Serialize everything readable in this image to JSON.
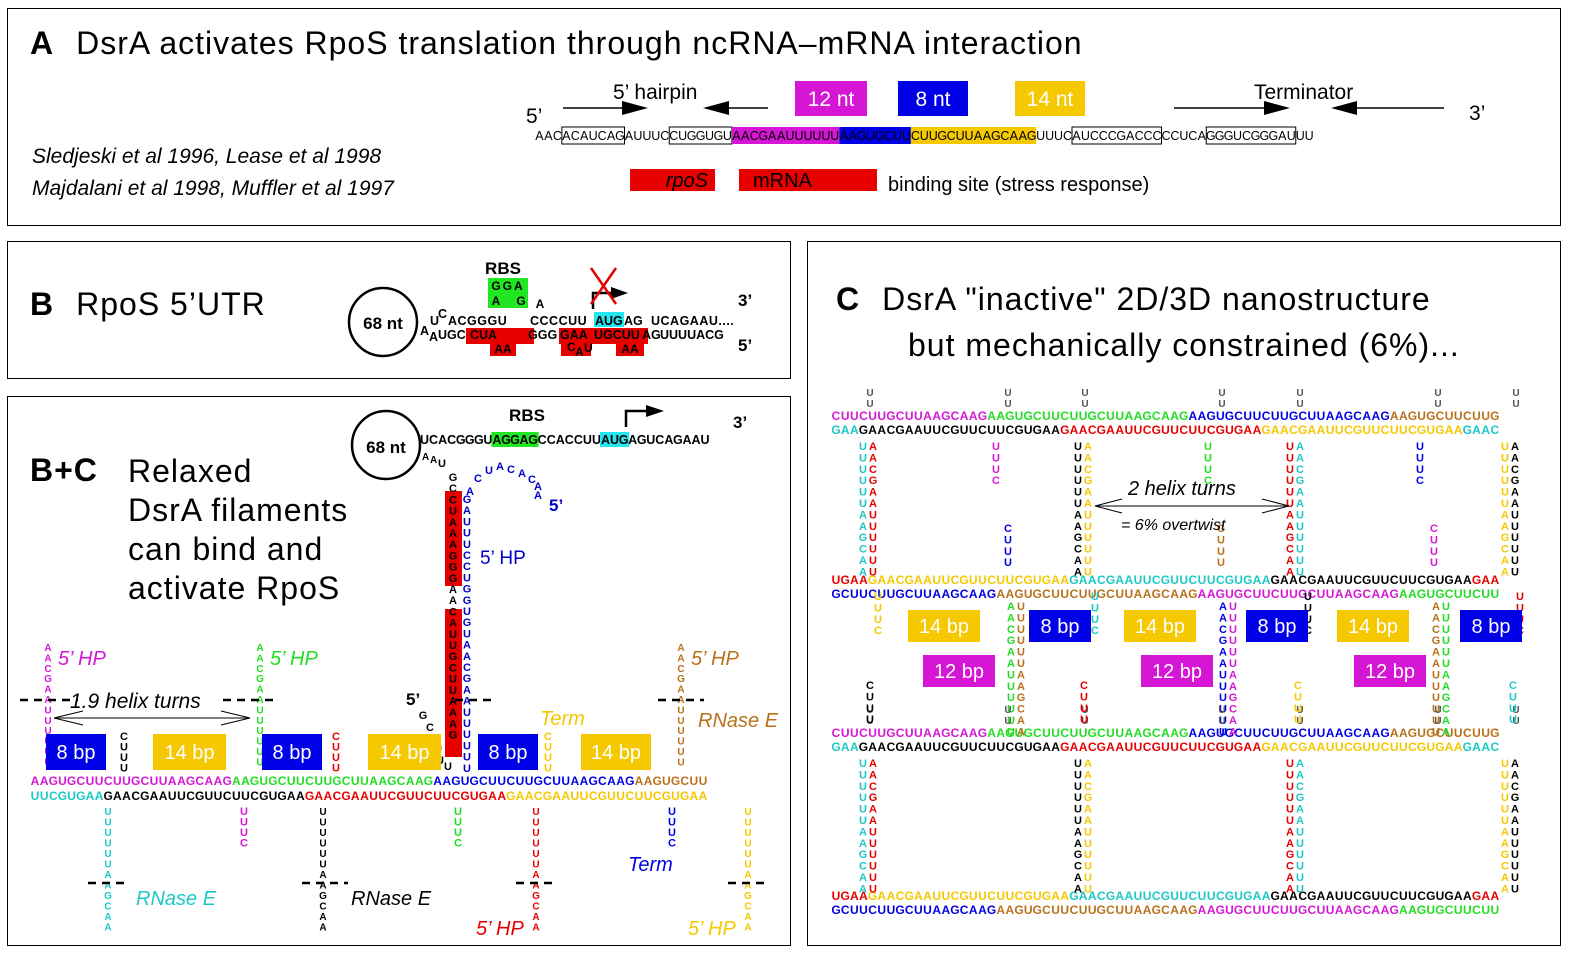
{
  "colors": {
    "magenta": "#d516d5",
    "blue": "#0000e6",
    "gold": "#f5c800",
    "green": "#22dd22",
    "red": "#e60000",
    "cyan": "#1cc8c8",
    "brown": "#b8711a",
    "black": "#000000",
    "rbs_green": "#22e622",
    "aug_cyan": "#22e6f0",
    "darkblue": "#0000c8"
  },
  "panelA": {
    "letter": "A",
    "title": "DsrA  activates  RpoS  translation  through  ncRNA–mRNA  interaction",
    "citations": [
      "Sledjeski et al 1996,  Lease et al 1998",
      "Majdalani et al 1998,  Muffler et al 1997"
    ],
    "five_prime": "5’",
    "three_prime": "3’",
    "hairpin_label": "5’ hairpin",
    "terminator_label": "Terminator",
    "boxes": [
      {
        "label": "12 nt",
        "color": "magenta"
      },
      {
        "label": "8 nt",
        "color": "blue"
      },
      {
        "label": "14 nt",
        "color": "gold"
      }
    ],
    "sequence": [
      {
        "t": "AAC",
        "style": "plain"
      },
      {
        "t": "ACAUCAG",
        "style": "box"
      },
      {
        "t": "AUUUC",
        "style": "plain"
      },
      {
        "t": "CUGGUGU",
        "style": "box"
      },
      {
        "t": "AACGAAUUUUUU",
        "style": "magenta"
      },
      {
        "t": "AAGUGCUU",
        "style": "blue"
      },
      {
        "t": "CUUGCUUAAGCAAG",
        "style": "gold"
      },
      {
        "t": "UUUC",
        "style": "plain"
      },
      {
        "t": "AUCCCGACCC",
        "style": "box"
      },
      {
        "t": "CCUCA",
        "style": "plain"
      },
      {
        "t": "GGGUCGGGAU",
        "style": "box"
      },
      {
        "t": "UU",
        "style": "plain"
      }
    ],
    "legend": {
      "rpos": "rpoS",
      "mrna": "mRNA",
      "text": "binding  site  (stress  response)"
    }
  },
  "panelB": {
    "letter": "B",
    "title": "RpoS  5’UTR",
    "loop_label": "68 nt",
    "rbs_label": "RBS",
    "rbs_top": "GGA",
    "rbs_bottom_left": "A",
    "rbs_bottom_right": "G",
    "bulge_a": "A",
    "top_strand": [
      "U",
      "C",
      "ACGGGU",
      "CCCCUU",
      "AUG",
      "AG",
      "UCAGAAU...."
    ],
    "bottom_strand": [
      "A",
      "A",
      "UGC",
      "CUA",
      "GGG",
      "GAA",
      "UGCUU",
      "AG",
      "UUUUACG"
    ],
    "bottom_loops": [
      "AA",
      "C",
      "A",
      "U",
      "AA"
    ],
    "three_prime": "3’",
    "five_prime": "5’"
  },
  "panelBC": {
    "letter": "B+C",
    "title_lines": [
      "Relaxed",
      "DsrA  filaments",
      "can  bind  and",
      "activate  RpoS"
    ],
    "loop_label": "68 nt",
    "rbs_label": "RBS",
    "mrna_parts": [
      "UCACGGGU",
      "AGGAG",
      "CCACCUU",
      "AUG",
      "AGUCAGAAU"
    ],
    "three_prime": "3’",
    "loop_tail": "AAU",
    "stem_left": "GCCUAAAGGGAACAUUGCUUAAAG",
    "stem_right": "GAUUUCCUGGUGUAACGAAUUUUUU",
    "hp_loop": "ACUACACAA",
    "hp_5prime": "5’",
    "hp_label": "5’ HP",
    "left_5prime": "5’",
    "left_tail": "GCAUUU",
    "helix_label": "1.9 helix turns",
    "top_line": [
      {
        "t": "AAGUGCUUCUUGCUUAAGCAAG",
        "c": "magenta"
      },
      {
        "t": "AAGUGCUUCUUGCUUAAGCAAG",
        "c": "green"
      },
      {
        "t": "AAGUGCUUCUUGCUUAAGCAAG",
        "c": "blue"
      },
      {
        "t": "AAGUGCUU",
        "c": "brown"
      }
    ],
    "bottom_line": [
      {
        "t": "UUCGUGAA",
        "c": "cyan"
      },
      {
        "t": "GAACGAAUUCGUUCUUCGUGAA",
        "c": "black"
      },
      {
        "t": "GAACGAAUUCGUUCUUCGUGAA",
        "c": "red"
      },
      {
        "t": "GAACGAAUUCGUUCUUCGUGAA",
        "c": "gold"
      }
    ],
    "boxes": [
      {
        "label": "8 bp",
        "color": "blue"
      },
      {
        "label": "14 bp",
        "color": "gold"
      },
      {
        "label": "8 bp",
        "color": "blue"
      },
      {
        "label": "14 bp",
        "color": "gold"
      },
      {
        "label": "8 bp",
        "color": "blue"
      },
      {
        "label": "14 bp",
        "color": "gold"
      }
    ],
    "labels": [
      {
        "t": "5’ HP",
        "c": "magenta"
      },
      {
        "t": "5’ HP",
        "c": "green"
      },
      {
        "t": "5’ HP",
        "c": "brown"
      },
      {
        "t": "Term",
        "c": "gold"
      },
      {
        "t": "RNase E",
        "c": "brown"
      },
      {
        "t": "Term",
        "c": "blue"
      },
      {
        "t": "RNase E",
        "c": "cyan"
      },
      {
        "t": "RNase E",
        "c": "black"
      },
      {
        "t": "5’ HP",
        "c": "red"
      },
      {
        "t": "5’ HP",
        "c": "gold"
      }
    ],
    "up_stems": [
      {
        "t": "AACGAAUUUUUU",
        "c": "magenta"
      },
      {
        "t": "AACGAAUUUUUU",
        "c": "green"
      },
      {
        "t": "AACGAAUUUUUU",
        "c": "brown"
      },
      {
        "t": "CUUU",
        "c": "black"
      },
      {
        "t": "CUUU",
        "c": "red"
      },
      {
        "t": "CUUU",
        "c": "gold"
      }
    ],
    "down_stems": [
      {
        "t": "UUUUUUAAGCAA",
        "c": "cyan"
      },
      {
        "t": "UUUUUUAAGCAA",
        "c": "black"
      },
      {
        "t": "UUUUUUAAGCAA",
        "c": "red"
      },
      {
        "t": "UUUUUUAAGCAA",
        "c": "gold"
      },
      {
        "t": "UUUC",
        "c": "magenta"
      },
      {
        "t": "UUUC",
        "c": "green"
      },
      {
        "t": "UUUC",
        "c": "blue"
      }
    ]
  },
  "panelC": {
    "letter": "C",
    "title_lines": [
      "DsrA  \"inactive\"  2D/3D  nanostructure",
      "but  mechanically  constrained  (6%)..."
    ],
    "helix_label": "2 helix turns",
    "overtwist_label": "= 6% overtwist",
    "rows": [
      {
        "top": [
          {
            "t": "CUUCUUGCUUAAGCAAG",
            "c": "magenta"
          },
          {
            "t": "AAGUGCUUCUUGCUUAAGCAAG",
            "c": "green"
          },
          {
            "t": "AAGUGCUUCUUGCUUAAGCAAG",
            "c": "blue"
          },
          {
            "t": "AAGUGCUUCUUG",
            "c": "brown"
          }
        ],
        "bottom": [
          {
            "t": "GAA",
            "c": "cyan"
          },
          {
            "t": "GAACGAAUUCGUUCUUCGUGAA",
            "c": "black"
          },
          {
            "t": "GAACGAAUUCGUUCUUCGUGAA",
            "c": "red"
          },
          {
            "t": "GAACGAAUUCGUUCUUCGUGAA",
            "c": "gold"
          },
          {
            "t": "GAAC",
            "c": "cyan"
          }
        ]
      },
      {
        "top": [
          {
            "t": "UGAA",
            "c": "red"
          },
          {
            "t": "GAACGAAUUCGUUCUUCGUGAA",
            "c": "gold"
          },
          {
            "t": "GAACGAAUUCGUUCUUCGUGAA",
            "c": "cyan"
          },
          {
            "t": "GAACGAAUUCGUUCUUCGUGAA",
            "c": "black"
          },
          {
            "t": "GAA",
            "c": "red"
          }
        ],
        "bottom": [
          {
            "t": "GCUUCUUGCUUAAGCAAG",
            "c": "blue"
          },
          {
            "t": "AAGUGCUUCUUGCUUAAGCAAG",
            "c": "brown"
          },
          {
            "t": "AAGUGCUUCUUGCUUAAGCAAG",
            "c": "magenta"
          },
          {
            "t": "AAGUGCUUCUU",
            "c": "green"
          }
        ]
      },
      {
        "top": [
          {
            "t": "CUUCUUGCUUAAGCAAG",
            "c": "magenta"
          },
          {
            "t": "AAGUGCUUCUUGCUUAAGCAAG",
            "c": "green"
          },
          {
            "t": "AAGUGCUUCUUGCUUAAGCAAG",
            "c": "blue"
          },
          {
            "t": "AAGUGCUUCUUG",
            "c": "brown"
          }
        ],
        "bottom": [
          {
            "t": "GAA",
            "c": "cyan"
          },
          {
            "t": "GAACGAAUUCGUUCUUCGUGAA",
            "c": "black"
          },
          {
            "t": "GAACGAAUUCGUUCUUCGUGAA",
            "c": "red"
          },
          {
            "t": "GAACGAAUUCGUUCUUCGUGAA",
            "c": "gold"
          },
          {
            "t": "GAAC",
            "c": "cyan"
          }
        ]
      },
      {
        "top": [
          {
            "t": "UGAA",
            "c": "red"
          },
          {
            "t": "GAACGAAUUCGUUCUUCGUGAA",
            "c": "gold"
          },
          {
            "t": "GAACGAAUUCGUUCUUCGUGAA",
            "c": "cyan"
          },
          {
            "t": "GAACGAAUUCGUUCUUCGUGAA",
            "c": "black"
          },
          {
            "t": "GAA",
            "c": "red"
          }
        ],
        "bottom": [
          {
            "t": "GCUUCUUGCUUAAGCAAG",
            "c": "blue"
          },
          {
            "t": "AAGUGCUUCUUGCUUAAGCAAG",
            "c": "brown"
          },
          {
            "t": "AAGUGCUUCUUGCUUAAGCAAG",
            "c": "magenta"
          },
          {
            "t": "AAGUGCUUCUU",
            "c": "green"
          }
        ]
      }
    ],
    "boxes": [
      {
        "label": "14 bp",
        "color": "gold"
      },
      {
        "label": "8 bp",
        "color": "blue"
      },
      {
        "label": "14 bp",
        "color": "gold"
      },
      {
        "label": "8 bp",
        "color": "blue"
      },
      {
        "label": "14 bp",
        "color": "gold"
      },
      {
        "label": "8 bp",
        "color": "blue"
      },
      {
        "label": "12 bp",
        "color": "magenta"
      },
      {
        "label": "12 bp",
        "color": "magenta"
      },
      {
        "label": "12 bp",
        "color": "magenta"
      }
    ],
    "duplex_stems": [
      {
        "l": "UUUUUUAAGCAA",
        "lc": "cyan",
        "r": "AACGAAUUUUUU",
        "rc": "red"
      },
      {
        "l": "UUUUUUAAGCAA",
        "lc": "black",
        "r": "AACGAAUUUUUU",
        "rc": "gold"
      },
      {
        "l": "UUUUUUAAGCAA",
        "lc": "red",
        "r": "AACGAAUUUUUU",
        "rc": "cyan"
      },
      {
        "l": "UUUUUUAAGCAA",
        "lc": "gold",
        "r": "AACGAAUUUUUU",
        "rc": "black"
      },
      {
        "l": "AACGAAUUUUUU",
        "lc": "green",
        "r": "UUUUUUAAGCAA",
        "rc": "brown"
      },
      {
        "l": "AACGAAUUUUUU",
        "lc": "blue",
        "r": "UUUUUUAAGCAA",
        "rc": "magenta"
      },
      {
        "l": "AACGAAUUUUUU",
        "lc": "brown",
        "r": "UUUUUUAAGCAA",
        "rc": "green"
      }
    ],
    "loop_stems": [
      {
        "t": "UUUC",
        "c": "magenta"
      },
      {
        "t": "UUUC",
        "c": "green"
      },
      {
        "t": "UUUC",
        "c": "blue"
      },
      {
        "t": "CUUU",
        "c": "blue"
      },
      {
        "t": "CUUU",
        "c": "brown"
      },
      {
        "t": "CUUU",
        "c": "magenta"
      },
      {
        "t": "UUUC",
        "c": "gold"
      },
      {
        "t": "UUUC",
        "c": "cyan"
      },
      {
        "t": "UUUC",
        "c": "black"
      },
      {
        "t": "UUUC",
        "c": "red"
      },
      {
        "t": "CUUU",
        "c": "black"
      },
      {
        "t": "CUUU",
        "c": "red"
      },
      {
        "t": "CUUU",
        "c": "gold"
      },
      {
        "t": "CUUU",
        "c": "cyan"
      }
    ]
  }
}
